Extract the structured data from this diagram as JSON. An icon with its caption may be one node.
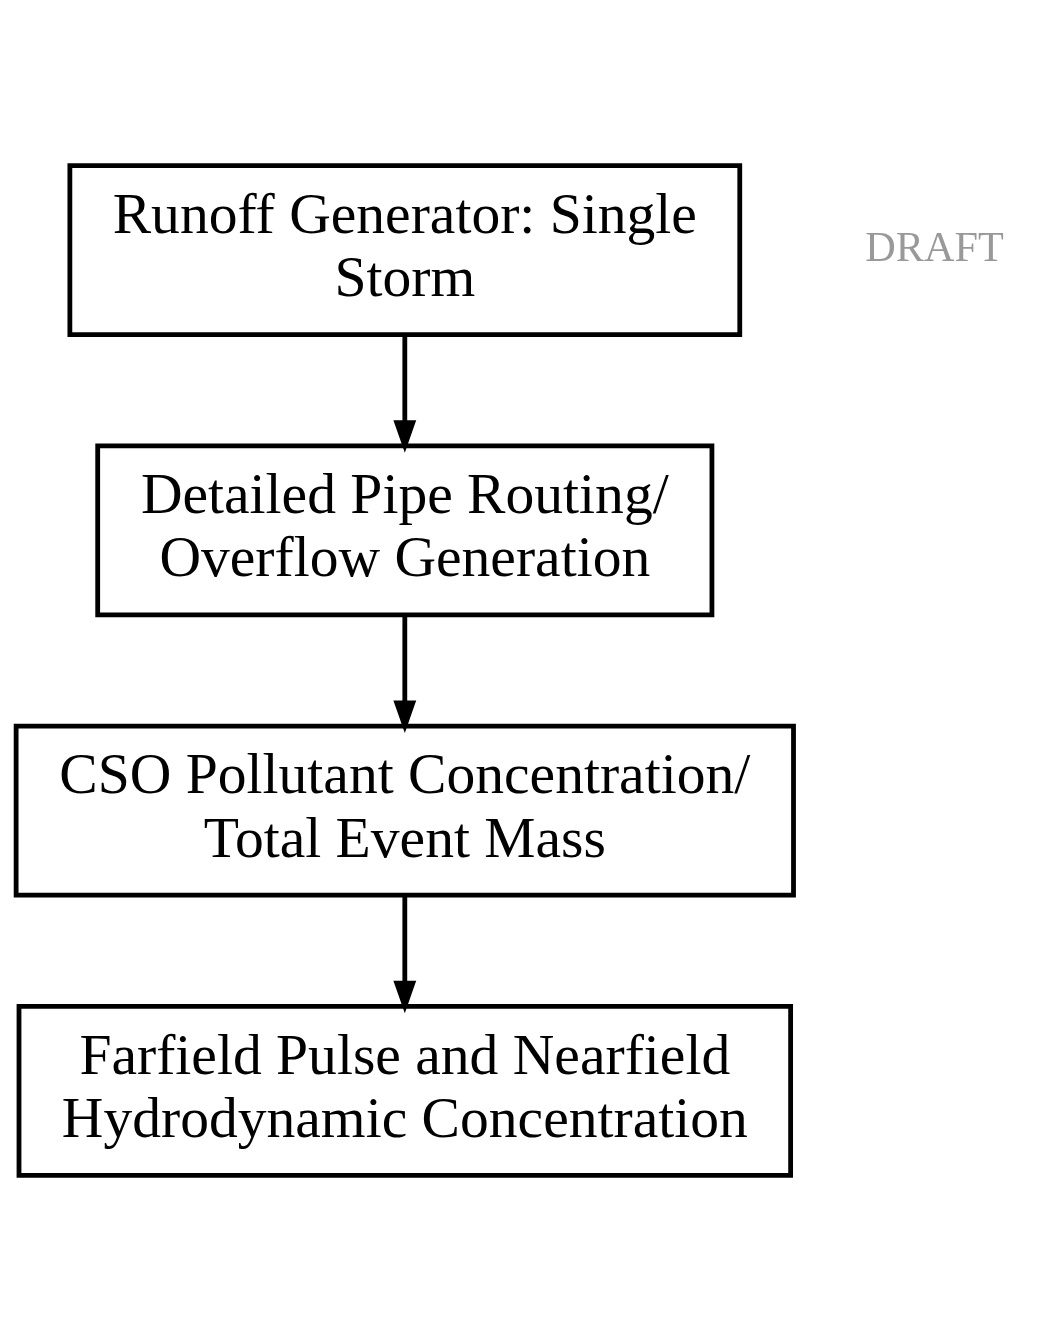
{
  "diagram": {
    "nodes": [
      {
        "text": [
          "Runoff Generator: Single Storm"
        ]
      },
      {
        "text": [
          "Detailed Pipe Routing/ Overflow Generation"
        ]
      },
      {
        "text": [
          "CSO Pollutant Concentration/ Total Event Mass"
        ]
      },
      {
        "text": [
          "Farfield Pulse and Nearfield Hydrodynamic Concentration"
        ]
      }
    ],
    "edges": [
      {
        "from": 0,
        "to": 1,
        "arrow": "to"
      },
      {
        "from": 1,
        "to": 2,
        "arrow": "to"
      },
      {
        "from": 2,
        "to": 3,
        "arrow": "to"
      }
    ],
    "labels": [
      "DRAFT"
    ]
  }
}
